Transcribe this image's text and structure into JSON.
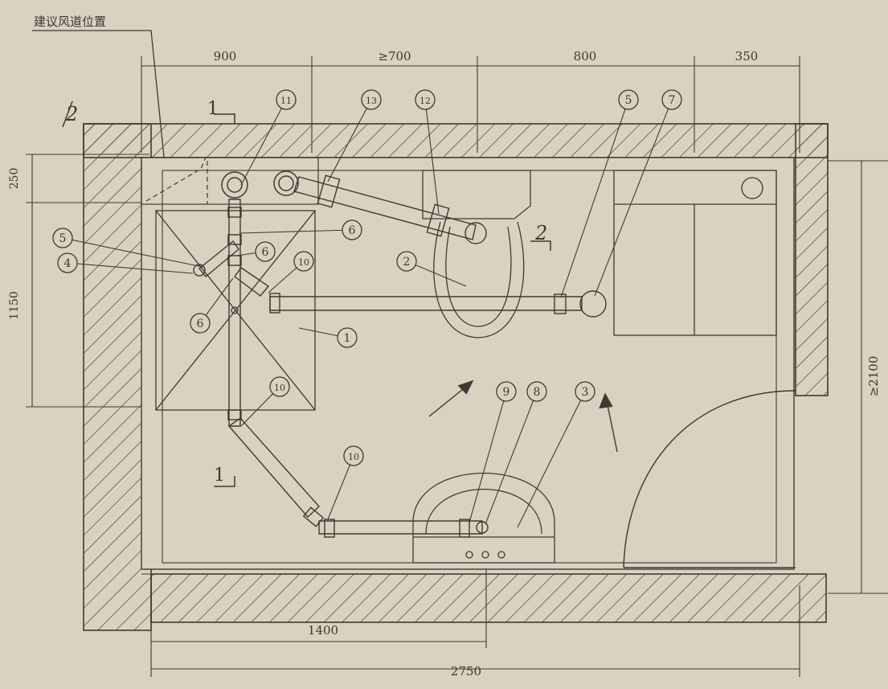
{
  "vent_note": "建议风道位置",
  "dimensions": {
    "top": [
      "900",
      "≥700",
      "800",
      "350"
    ],
    "left": [
      "250",
      "1150"
    ],
    "right": "≥2100",
    "bottom_inner": "1400",
    "bottom_overall": "2750"
  },
  "section_marks": {
    "s1_top": "1",
    "s1_bottom": "1",
    "s2_top": "2",
    "s2_mid": "2"
  },
  "callouts": {
    "c11": "11",
    "c13": "13",
    "c12": "12",
    "c5r": "5",
    "c7": "7",
    "c5l": "5",
    "c4": "4",
    "c6a": "6",
    "c6b": "6",
    "c10a": "10",
    "c6c": "6",
    "c2": "2",
    "c1": "1",
    "c10b": "10",
    "c9": "9",
    "c8": "8",
    "c3": "3",
    "c10c": "10"
  },
  "colors": {
    "paper": "#d9d2c0",
    "ink": "#3e3a33",
    "hatch": "#5a554b"
  }
}
